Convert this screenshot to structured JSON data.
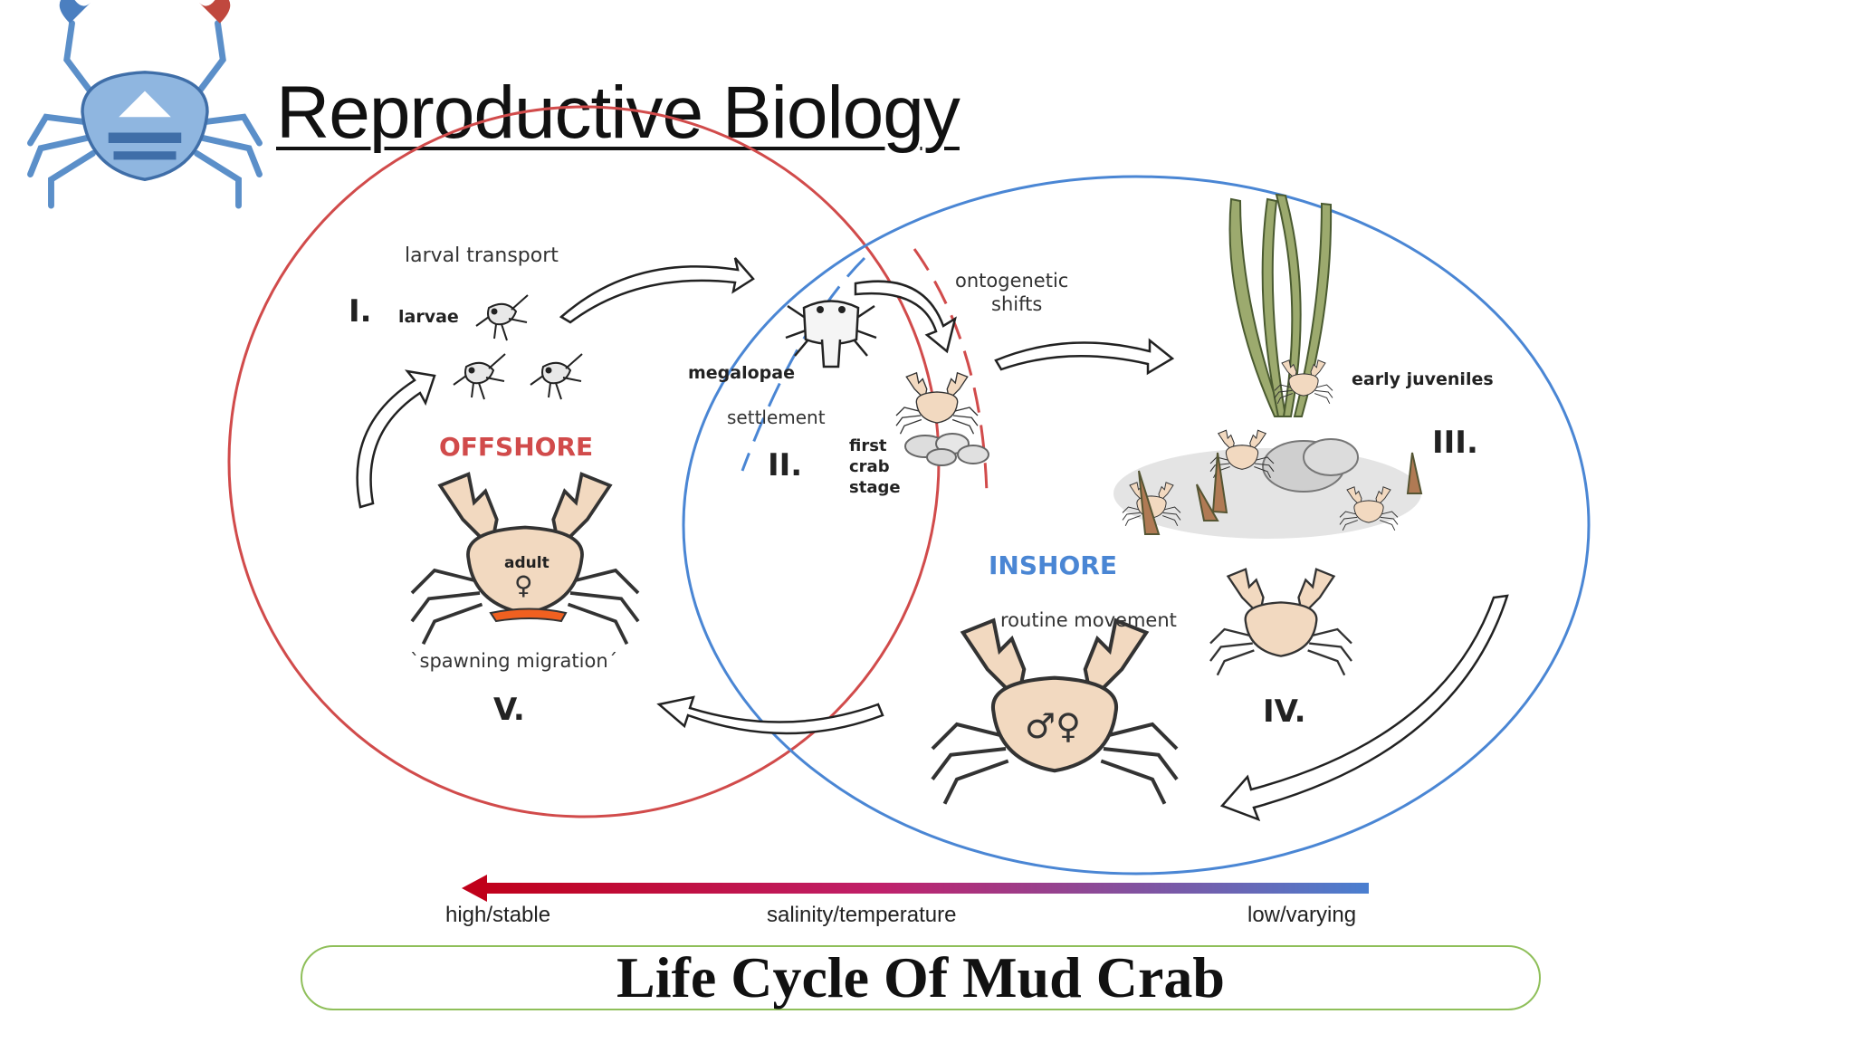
{
  "slide": {
    "title": "Reproductive Biology",
    "caption": "Life Cycle Of Mud Crab"
  },
  "zones": {
    "offshore": "OFFSHORE",
    "inshore": "INSHORE"
  },
  "stages": {
    "i": {
      "numeral": "I.",
      "label": "larvae",
      "process": "larval transport"
    },
    "ii": {
      "numeral": "II.",
      "label_megalopae": "megalopae",
      "process": "settlement",
      "first_crab_lines": [
        "first",
        "crab",
        "stage"
      ]
    },
    "iii": {
      "numeral": "III.",
      "label": "early juveniles",
      "process_lines": [
        "ontogenetic",
        "shifts"
      ]
    },
    "iv": {
      "numeral": "IV.",
      "process": "routine movement"
    },
    "v": {
      "numeral": "V.",
      "adult_label": "adult",
      "process": "`spawning migration´"
    }
  },
  "symbols": {
    "female": "♀",
    "male_female": "♂♀"
  },
  "gradient": {
    "left_label": "high/stable",
    "center_label": "salinity/temperature",
    "right_label": "low/varying",
    "left_color": "#c0001a",
    "mid_color": "#c0206a",
    "right_color": "#4a7fd0"
  },
  "colors": {
    "offshore_circle": "#d14b4b",
    "inshore_circle": "#4a86d4",
    "offshore_text": "#d14b4b",
    "inshore_text": "#4a86d4",
    "crab_fill": "#f2d9c0",
    "caption_border": "#8fbf5a"
  },
  "icons": [
    "crab-logo-icon",
    "larva-icon",
    "megalopa-icon",
    "crab-icon",
    "seagrass-icon"
  ]
}
